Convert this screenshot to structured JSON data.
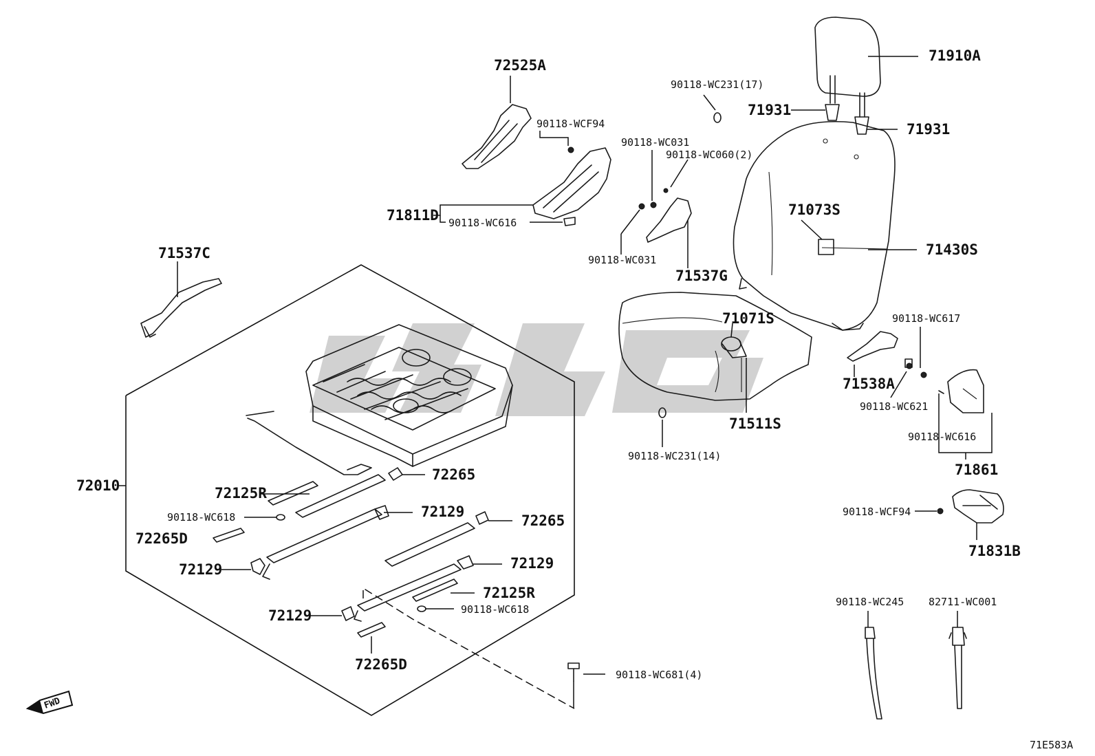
{
  "diagram_id": "71E583A",
  "fwd_label": "FWD",
  "labels": {
    "p72525A": "72525A",
    "p90118_WCF94_a": "90118-WCF94",
    "p71811D": "71811D",
    "p90118_WC616_a": "90118-WC616",
    "p71537C": "71537C",
    "p90118_WC231_17": "90118-WC231(17)",
    "p90118_WC031_a": "90118-WC031",
    "p90118_WC060_2": "90118-WC060(2)",
    "p90118_WC031_b": "90118-WC031",
    "p71537G": "71537G",
    "p71910A": "71910A",
    "p71931_a": "71931",
    "p71931_b": "71931",
    "p71073S": "71073S",
    "p71430S": "71430S",
    "p71071S": "71071S",
    "p71511S": "71511S",
    "p90118_WC231_14": "90118-WC231(14)",
    "p90118_WC617": "90118-WC617",
    "p71538A": "71538A",
    "p90118_WC621": "90118-WC621",
    "p90118_WC616_b": "90118-WC616",
    "p71861": "71861",
    "p90118_WCF94_b": "90118-WCF94",
    "p71831B": "71831B",
    "p72010": "72010",
    "p72265_a": "72265",
    "p72125R_a": "72125R",
    "p90118_WC618_a": "90118-WC618",
    "p72129_a": "72129",
    "p72265D_a": "72265D",
    "p72265_b": "72265",
    "p72129_b": "72129",
    "p72129_c": "72129",
    "p72125R_b": "72125R",
    "p72129_d": "72129",
    "p90118_WC618_b": "90118-WC618",
    "p72265D_b": "72265D",
    "p90118_WC681_4": "90118-WC681(4)",
    "p90118_WC245": "90118-WC245",
    "p82711_WC001": "82711-WC001"
  }
}
